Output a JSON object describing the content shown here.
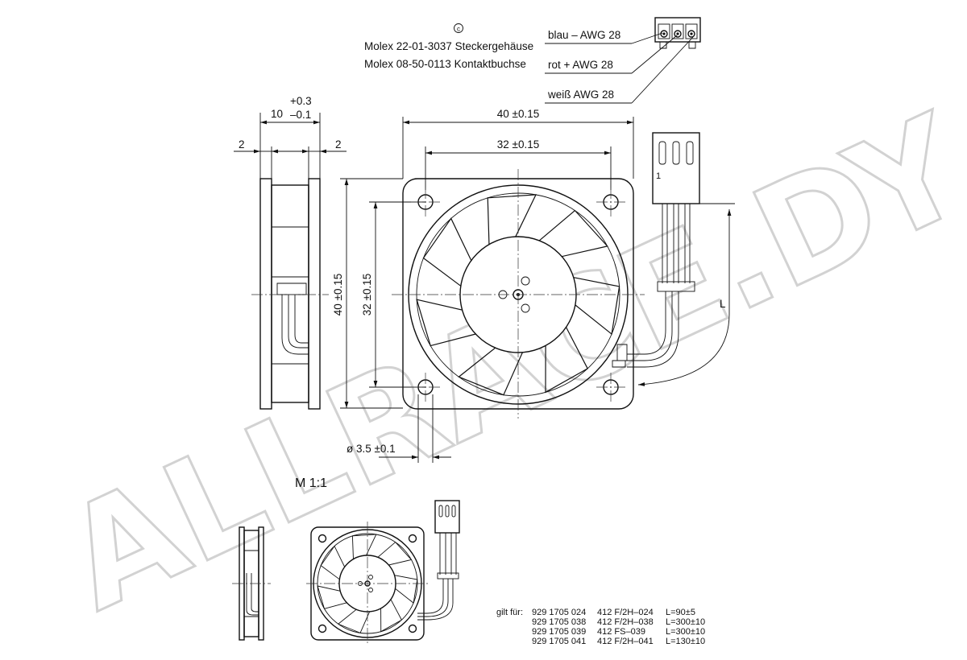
{
  "copyright_symbol": "c",
  "connector_lines": [
    "Molex 22-01-3037 Steckergehäuse",
    "Molex 08-50-0113 Kontaktbuchse"
  ],
  "wires": [
    "blau –  AWG 28",
    "rot +  AWG 28",
    "weiß AWG 28"
  ],
  "dims": {
    "thickness": "10",
    "thickness_tol_plus": "+0.3",
    "thickness_tol_minus": "–0.1",
    "flange_left": "2",
    "flange_right": "2",
    "width_outer": "40 ±0.15",
    "width_holes": "32 ±0.15",
    "height_outer": "40 ±0.15",
    "height_holes": "32 ±0.15",
    "hole_diameter": "ø 3.5 ±0.1",
    "cable_length": "L",
    "pin_one": "1"
  },
  "scale": "M 1:1",
  "watermark": "ALLRACE.DY",
  "variants": {
    "prefix": "gilt für:",
    "rows": [
      {
        "part": "929  1705  024",
        "type": "412 F/2H–024",
        "length": "L=90±5"
      },
      {
        "part": "929  1705  038",
        "type": "412 F/2H–038",
        "length": "L=300±10"
      },
      {
        "part": "929  1705  039",
        "type": "412 FS–039",
        "length": "L=300±10"
      },
      {
        "part": "929  1705  041",
        "type": "412 F/2H–041",
        "length": "L=130±10"
      }
    ]
  }
}
